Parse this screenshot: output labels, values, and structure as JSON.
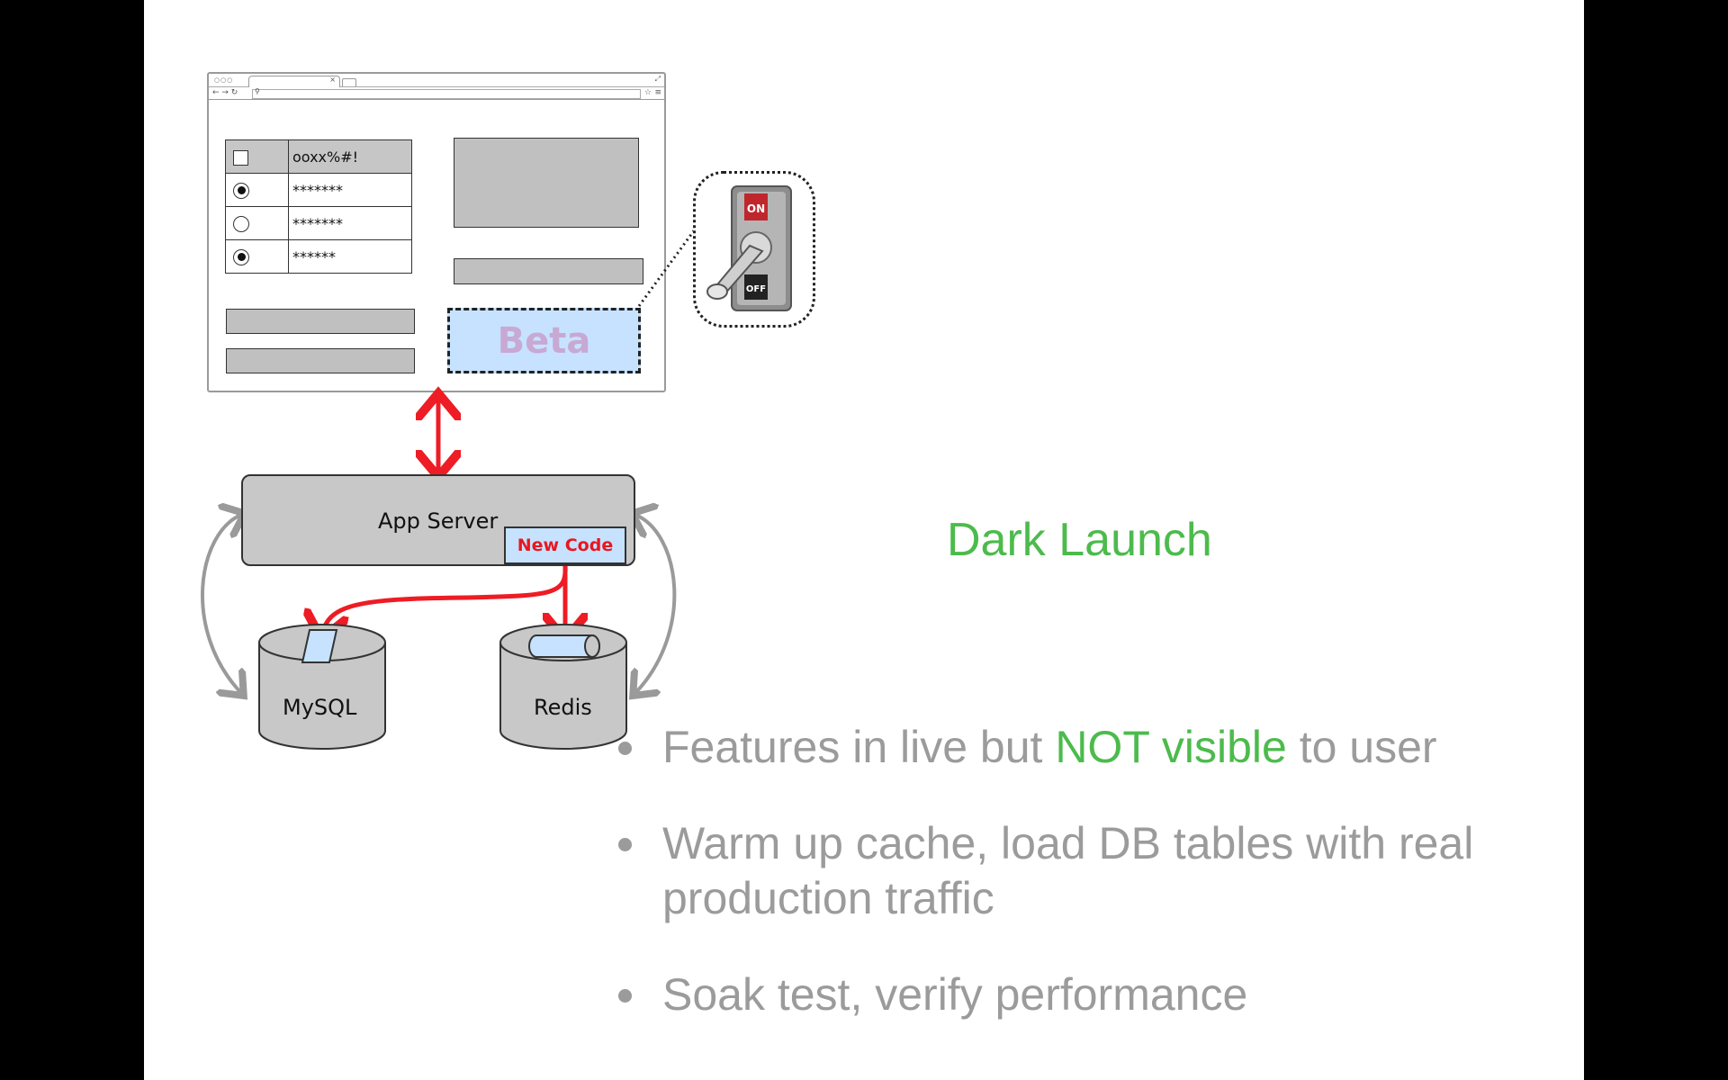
{
  "slide": {
    "title": "Dark Launch",
    "bullets": [
      {
        "before": "Features in live but ",
        "highlight": "NOT visible",
        "after": " to user"
      },
      {
        "before": "Warm up cache, load DB tables with real production traffic",
        "highlight": "",
        "after": ""
      },
      {
        "before": "Soak test, verify performance",
        "highlight": "",
        "after": ""
      }
    ]
  },
  "diagram": {
    "browser": {
      "table": {
        "header": "ooxx%#!",
        "rows": [
          {
            "value": "*******",
            "selected": true
          },
          {
            "value": "*******",
            "selected": false
          },
          {
            "value": "******",
            "selected": true
          }
        ]
      },
      "beta_label": "Beta"
    },
    "toggle": {
      "on_label": "ON",
      "off_label": "OFF"
    },
    "server": {
      "label": "App Server",
      "new_code_label": "New Code"
    },
    "databases": {
      "mysql": "MySQL",
      "redis": "Redis"
    }
  },
  "colors": {
    "accent_green": "#4cbb4c",
    "bullet_gray": "#9b9b9b",
    "arrow_red": "#ee1c24",
    "highlight_blue": "#c6e2ff"
  }
}
